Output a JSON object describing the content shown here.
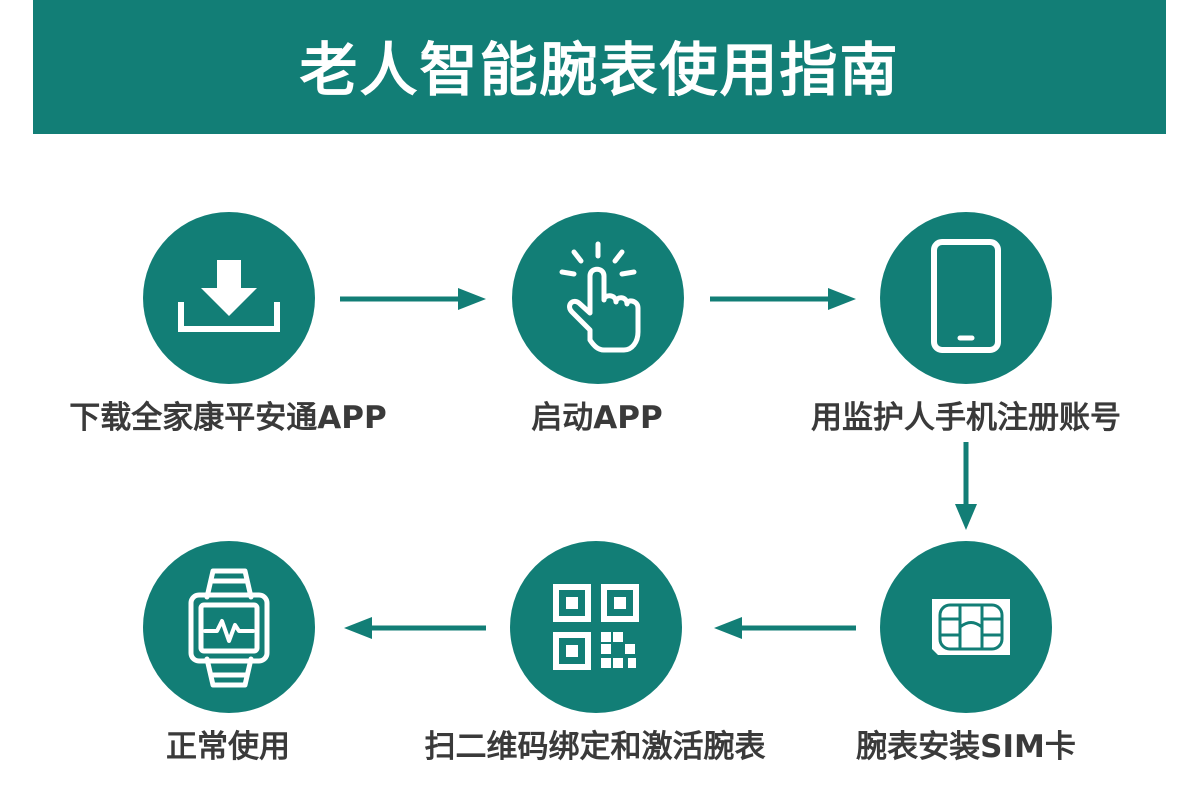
{
  "header": {
    "title": "老人智能腕表使用指南"
  },
  "colors": {
    "primary": "#127e76",
    "text": "#3a3a3a",
    "background": "#ffffff"
  },
  "steps": [
    {
      "label": "下载全家康平安通APP",
      "icon": "download-icon"
    },
    {
      "label": "启动APP",
      "icon": "tap-hand-icon"
    },
    {
      "label": "用监护人手机注册账号",
      "icon": "tablet-icon"
    },
    {
      "label": "腕表安装SIM卡",
      "icon": "sim-card-icon"
    },
    {
      "label": "扫二维码绑定和激活腕表",
      "icon": "qr-code-icon"
    },
    {
      "label": "正常使用",
      "icon": "smartwatch-icon"
    }
  ]
}
